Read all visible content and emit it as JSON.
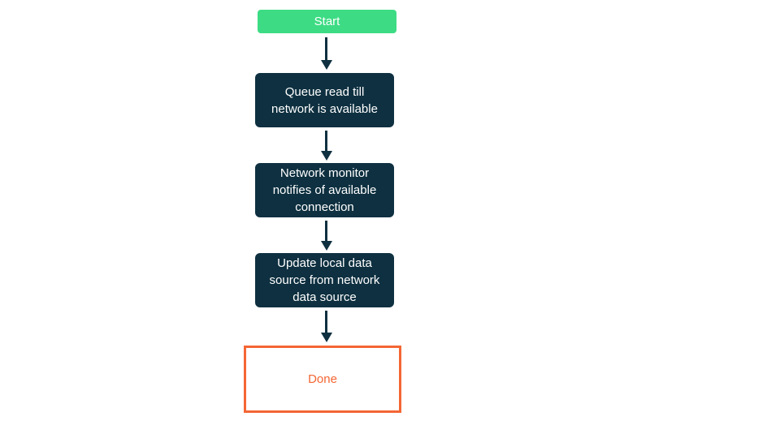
{
  "flowchart": {
    "nodes": [
      {
        "id": "start",
        "type": "start",
        "label": "Start"
      },
      {
        "id": "queue-read",
        "type": "process",
        "label": "Queue read till\nnetwork is available"
      },
      {
        "id": "network-monitor",
        "type": "process",
        "label": "Network monitor\nnotifies of available\nconnection"
      },
      {
        "id": "update-local",
        "type": "process",
        "label": "Update local data\nsource from network\ndata source"
      },
      {
        "id": "done",
        "type": "end",
        "label": "Done"
      }
    ],
    "edges": [
      {
        "from": "start",
        "to": "queue-read"
      },
      {
        "from": "queue-read",
        "to": "network-monitor"
      },
      {
        "from": "network-monitor",
        "to": "update-local"
      },
      {
        "from": "update-local",
        "to": "done"
      }
    ],
    "colors": {
      "start_bg": "#3ddc84",
      "process_bg": "#0e3040",
      "node_text": "#ffffff",
      "end_border": "#f46634",
      "end_text": "#f46634",
      "arrow": "#0e3040",
      "background": "#ffffff"
    }
  }
}
